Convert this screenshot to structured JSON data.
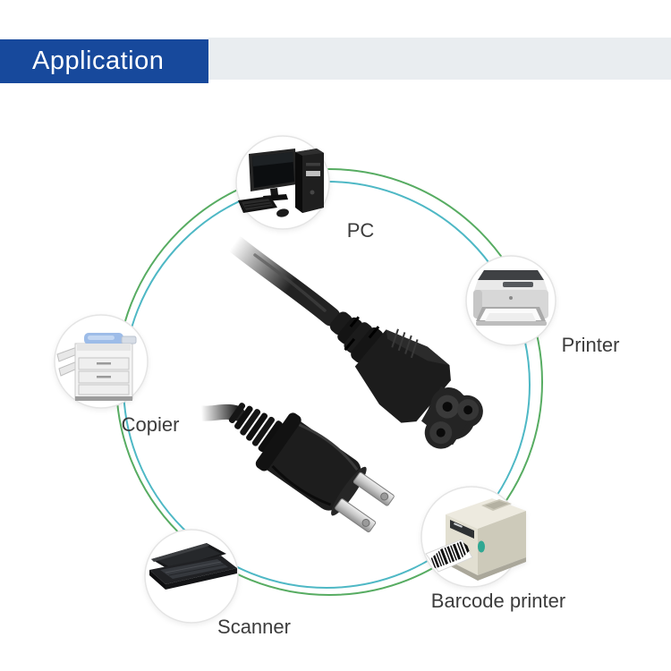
{
  "header": {
    "title": "Application"
  },
  "colors": {
    "header_blue": "#17499C",
    "header_strip": "#E9EDF0",
    "orbit_teal": "#4EB8C5",
    "orbit_green": "#57AC62",
    "label_text": "#3C3C3C"
  },
  "diagram": {
    "center_product_icon": "power-cord-us-plug-to-c5-image",
    "items": [
      {
        "id": "pc",
        "label": "PC",
        "icon": "pc-icon"
      },
      {
        "id": "printer",
        "label": "Printer",
        "icon": "printer-icon"
      },
      {
        "id": "copier",
        "label": "Copier",
        "icon": "copier-icon"
      },
      {
        "id": "scanner",
        "label": "Scanner",
        "icon": "scanner-icon"
      },
      {
        "id": "barcode_printer",
        "label": "Barcode printer",
        "icon": "barcode-printer-icon"
      }
    ]
  }
}
